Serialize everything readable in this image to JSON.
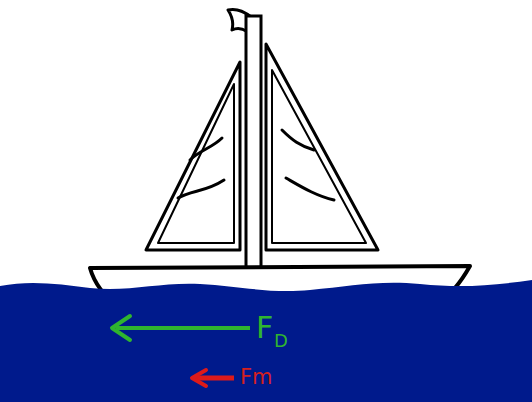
{
  "diagram": {
    "labels": [
      "F",
      "D",
      "Fm"
    ]
  }
}
